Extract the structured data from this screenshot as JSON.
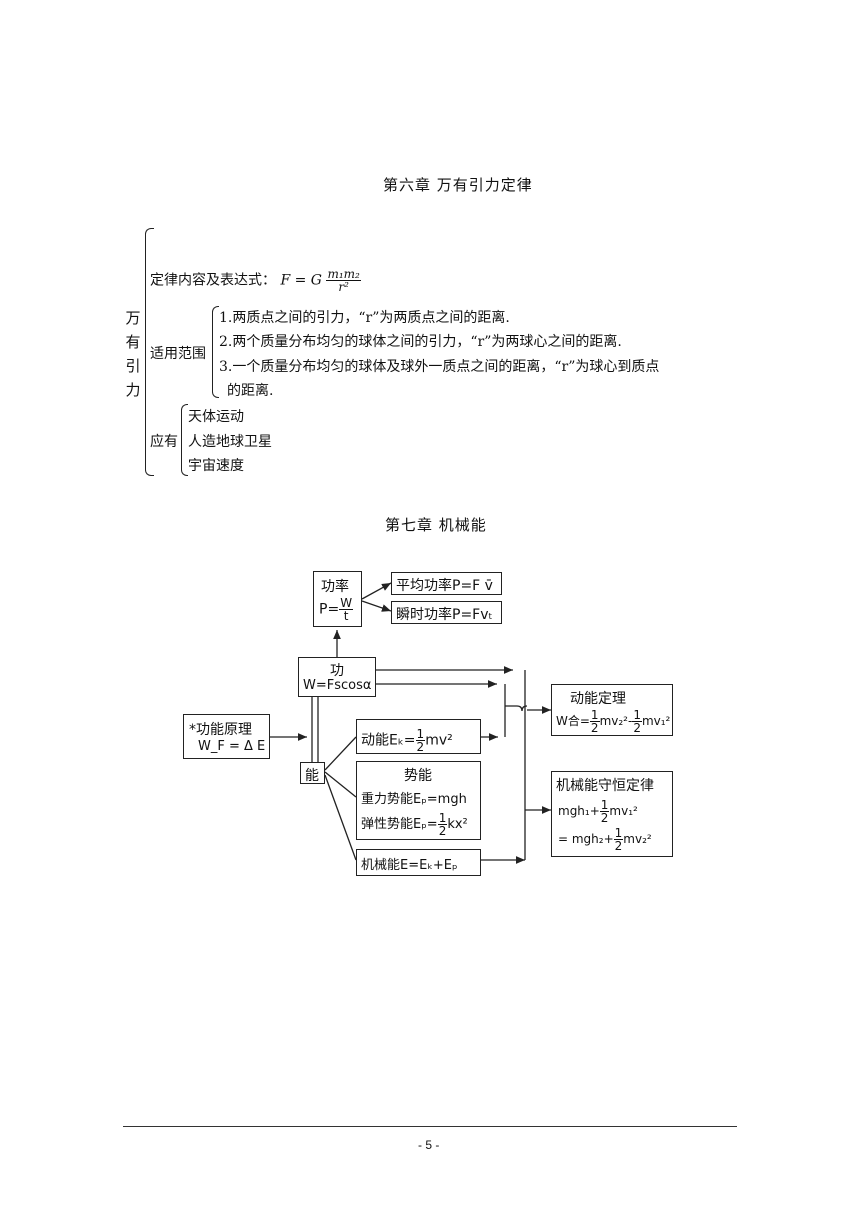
{
  "chapter6": {
    "title": "第六章    万有引力定律",
    "root_label_chars": [
      "万",
      "有",
      "引",
      "力"
    ],
    "law": {
      "label": "定律内容及表达式：",
      "formula_lhs": "F = G",
      "formula_num": "m₁m₂",
      "formula_den": "r²"
    },
    "scope": {
      "label": "适用范围",
      "items": [
        "1.两质点之间的引力，“r”为两质点之间的距离.",
        "2.两个质量分布均匀的球体之间的引力，“r”为两球心之间的距离.",
        "3.一个质量分布均匀的球体及球外一质点之间的距离，“r”为球心到质点",
        "的距离."
      ]
    },
    "application": {
      "label": "应有",
      "items": [
        "天体运动",
        "人造地球卫星",
        "宇宙速度"
      ]
    }
  },
  "chapter7": {
    "title": "第七章    机械能",
    "power_box": {
      "title": "功率",
      "prefix": "P=",
      "num": "W",
      "den": "t"
    },
    "avg_power": "平均功率P=F v̄",
    "inst_power": "瞬时功率P=Fvₜ",
    "work_box": {
      "title": "功",
      "formula": "W=Fscosα"
    },
    "func_principle": {
      "title": "*功能原理",
      "formula": "W_F = Δ E"
    },
    "energy_box": "能",
    "kinetic": {
      "prefix": "动能Eₖ=",
      "num": "1",
      "den": "2",
      "suffix": "mv²"
    },
    "potential": {
      "title": "势能",
      "gravity": "重力势能Eₚ=mgh",
      "elastic_prefix": "弹性势能Eₚ=",
      "num": "1",
      "den": "2",
      "elastic_suffix": "kx²"
    },
    "mechanical": "机械能E=Eₖ+Eₚ",
    "kinetic_theorem": {
      "title": "动能定理",
      "prefix": "W合=",
      "num1": "1",
      "den1": "2",
      "mid": "mv₂²-",
      "num2": "1",
      "den2": "2",
      "suffix": "mv₁²"
    },
    "conservation": {
      "title": "机械能守恒定律",
      "l1_prefix": "mgh₁+",
      "num1": "1",
      "den1": "2",
      "l1_suffix": "mv₁²",
      "l2_prefix": "= mgh₂+",
      "num2": "1",
      "den2": "2",
      "l2_suffix": "mv₂²"
    }
  },
  "footer": {
    "page": "- 5 -"
  }
}
